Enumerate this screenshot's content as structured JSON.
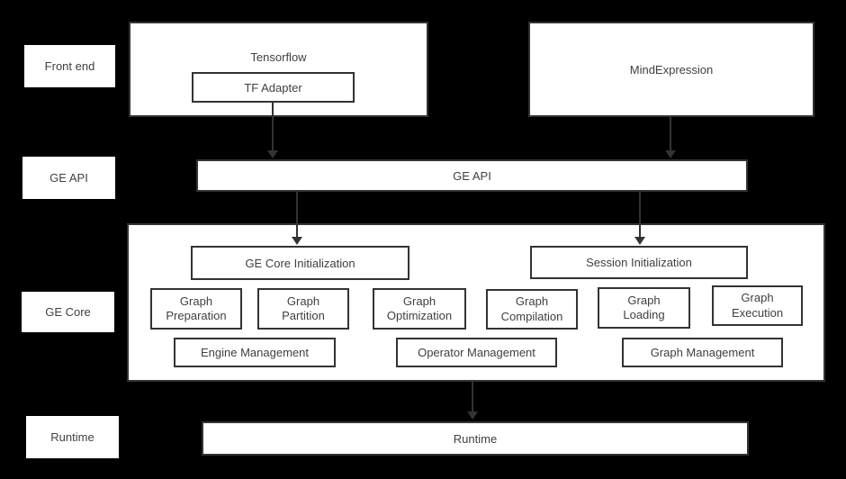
{
  "diagram": {
    "row_labels": {
      "front_end": "Front end",
      "ge_api": "GE API",
      "ge_core": "GE Core",
      "runtime": "Runtime"
    },
    "front_end": {
      "tensorflow": "Tensorflow",
      "tf_adapter": "TF Adapter",
      "mind_expression": "MindExpression"
    },
    "ge_api_bar": "GE API",
    "ge_core": {
      "ge_core_initialization": "GE Core Initialization",
      "session_initialization": "Session Initialization",
      "stages": [
        "Graph\nPreparation",
        "Graph\nPartition",
        "Graph\nOptimization",
        "Graph\nCompilation",
        "Graph\nLoading",
        "Graph\nExecution"
      ],
      "management": [
        "Engine Management",
        "Operator Management",
        "Graph Management"
      ]
    },
    "runtime_bar": "Runtime",
    "colors": {
      "background": "#000000",
      "box_fill": "#ffffff",
      "box_border": "#333333",
      "text": "#404040",
      "arrow": "#333333"
    }
  }
}
